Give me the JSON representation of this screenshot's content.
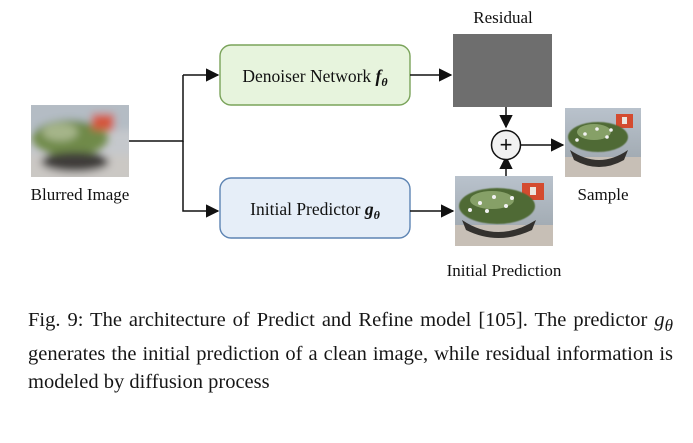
{
  "figure": {
    "labels": {
      "blurred_image": "Blurred Image",
      "residual": "Residual",
      "sample": "Sample",
      "initial_prediction": "Initial Prediction"
    },
    "boxes": {
      "denoiser": {
        "text": "Denoiser Network ",
        "symbol": "f",
        "subscript": "θ",
        "fill": "#e7f4dd",
        "stroke": "#7aa35a"
      },
      "predictor": {
        "text": "Initial Predictor ",
        "symbol": "g",
        "subscript": "θ",
        "fill": "#e6eef8",
        "stroke": "#5d84b3"
      }
    },
    "sum_symbol": "+",
    "colors": {
      "residual_gray": "#6e6e6e",
      "arrow": "#111111"
    }
  },
  "caption": {
    "prefix": "Fig. 9: The architecture of Predict and Refine model [105]. The predictor ",
    "symbol": "g",
    "subscript": "θ",
    "suffix": " generates the initial prediction of a clean image, while residual information is modeled by diffusion process"
  }
}
